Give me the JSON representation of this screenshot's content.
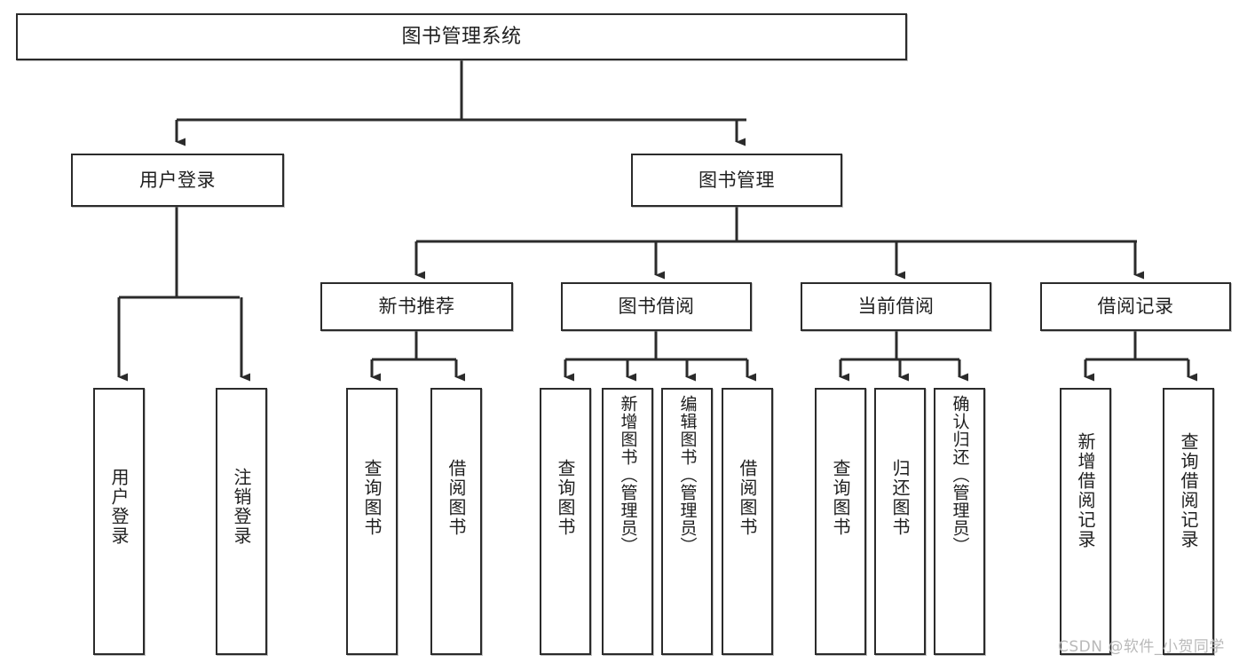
{
  "diagram": {
    "title": "图书管理系统",
    "type": "hierarchy-tree",
    "edge_color": "#2b2b2b",
    "box_border_color": "#2b2b2b",
    "box_fill_color": "#ffffff",
    "text_color": "#1f1f1f",
    "watermark": "CSDN @软件_小贺同学",
    "watermark_color": "#b9b9b9"
  },
  "nodes": {
    "root": {
      "label": "图书管理系统",
      "orientation": "horizontal",
      "level": 1
    },
    "level2": [
      {
        "id": "user-login",
        "label": "用户登录",
        "orientation": "horizontal"
      },
      {
        "id": "book-management",
        "label": "图书管理",
        "orientation": "horizontal"
      }
    ],
    "level3": [
      {
        "id": "new-book-recommend",
        "label": "新书推荐",
        "orientation": "horizontal",
        "parent": "book-management"
      },
      {
        "id": "book-borrow",
        "label": "图书借阅",
        "orientation": "horizontal",
        "parent": "book-management"
      },
      {
        "id": "current-borrow",
        "label": "当前借阅",
        "orientation": "horizontal",
        "parent": "book-management"
      },
      {
        "id": "borrow-record",
        "label": "借阅记录",
        "orientation": "horizontal",
        "parent": "book-management"
      }
    ],
    "leaves": [
      {
        "id": "leaf-user-login",
        "label": "用户登录",
        "parent": "user-login"
      },
      {
        "id": "leaf-logout-login",
        "label": "注销登录",
        "parent": "user-login"
      },
      {
        "id": "leaf-query-book-1",
        "label": "查询图书",
        "parent": "new-book-recommend"
      },
      {
        "id": "leaf-borrow-book-1",
        "label": "借阅图书",
        "parent": "new-book-recommend"
      },
      {
        "id": "leaf-query-book-2",
        "label": "查询图书",
        "parent": "book-borrow"
      },
      {
        "id": "leaf-add-book",
        "label": "新增图书（管理员）",
        "parent": "book-borrow"
      },
      {
        "id": "leaf-edit-book",
        "label": "编辑图书（管理员）",
        "parent": "book-borrow"
      },
      {
        "id": "leaf-borrow-book-2",
        "label": "借阅图书",
        "parent": "book-borrow"
      },
      {
        "id": "leaf-query-book-3",
        "label": "查询图书",
        "parent": "current-borrow"
      },
      {
        "id": "leaf-return-book",
        "label": "归还图书",
        "parent": "current-borrow"
      },
      {
        "id": "leaf-confirm-return",
        "label": "确认归还（管理员）",
        "parent": "current-borrow"
      },
      {
        "id": "leaf-add-record",
        "label": "新增借阅记录",
        "parent": "borrow-record"
      },
      {
        "id": "leaf-query-record",
        "label": "查询借阅记录",
        "parent": "borrow-record"
      }
    ]
  }
}
